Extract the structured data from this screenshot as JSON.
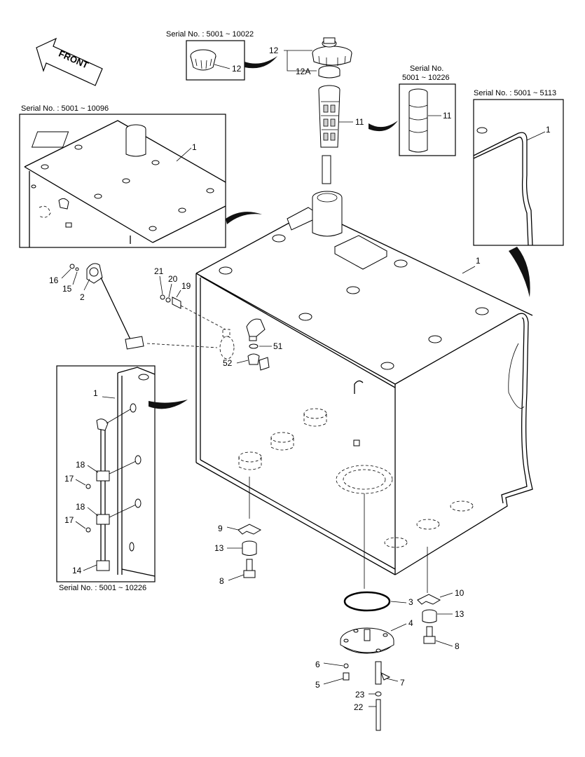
{
  "arrow": {
    "front_label": "FRONT"
  },
  "serials": {
    "cap": "Serial No. : 5001 ~ 10022",
    "strainer_line1": "Serial No.",
    "strainer_line2": "5001 ~ 10226",
    "tank_right": "Serial No. : 5001 ~ 5113",
    "tank_top": "Serial No. : 5001 ~ 10096",
    "gauge": "Serial No. : 5001 ~ 10226"
  },
  "callouts": {
    "c12_inset": "12",
    "c12": "12",
    "c12a": "12A",
    "c11": "11",
    "c11_inset": "11",
    "c1_right": "1",
    "c1_top": "1",
    "c1_tank": "1",
    "c1_gauge": "1",
    "c16": "16",
    "c15": "15",
    "c2": "2",
    "c21": "21",
    "c20": "20",
    "c19": "19",
    "c51": "51",
    "c52": "52",
    "c18a": "18",
    "c17a": "17",
    "c18b": "18",
    "c17b": "17",
    "c14": "14",
    "c9": "9",
    "c13a": "13",
    "c8a": "8",
    "c3": "3",
    "c10": "10",
    "c4": "4",
    "c13b": "13",
    "c8b": "8",
    "c6": "6",
    "c5": "5",
    "c7": "7",
    "c23": "23",
    "c22": "22"
  }
}
